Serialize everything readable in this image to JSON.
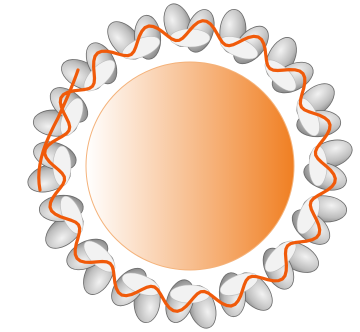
{
  "diagram": {
    "type": "nanoparticle-illustration",
    "core": {
      "shape": "sphere",
      "gradient_start": "#ffffff",
      "gradient_end": "#f07f22",
      "edge": "#f4b27a"
    },
    "shell": {
      "unit": "grey-lobed-molecule",
      "count": 16,
      "light": "#f2f2f2",
      "mid": "#bdbdbd",
      "dark": "#6a6a6a"
    },
    "strand": {
      "color": "#f05a0a",
      "style": "wavy-loop"
    }
  },
  "colors": {
    "background": "#ffffff"
  }
}
